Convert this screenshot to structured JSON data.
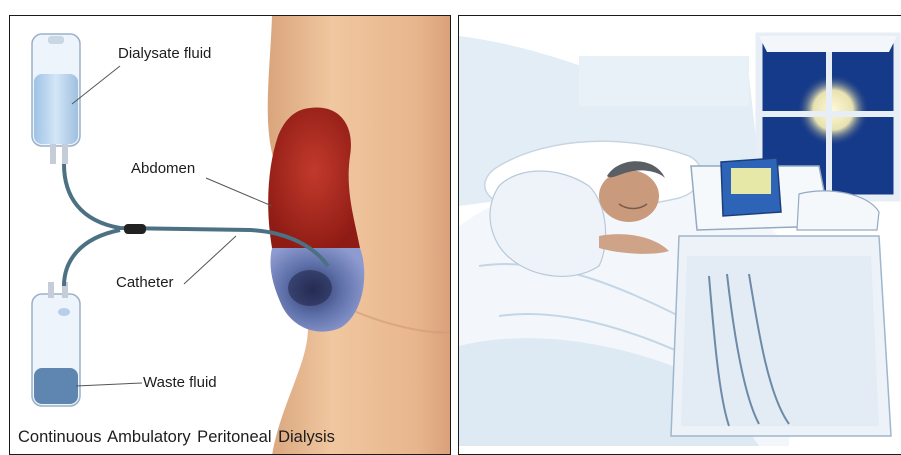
{
  "left_panel": {
    "labels": {
      "dialysate": "Dialysate fluid",
      "abdomen": "Abdomen",
      "catheter": "Catheter",
      "waste": "Waste fluid"
    },
    "caption": "Continuous  Ambulatory  Peritoneal Dialysis"
  },
  "colors": {
    "skin": "#e9bd95",
    "abdomen_red": "#a8221a",
    "fluid_blue": "#5d6fa8",
    "bag_fluid": "#b7d3ee",
    "waste_fluid": "#5f86b0"
  }
}
